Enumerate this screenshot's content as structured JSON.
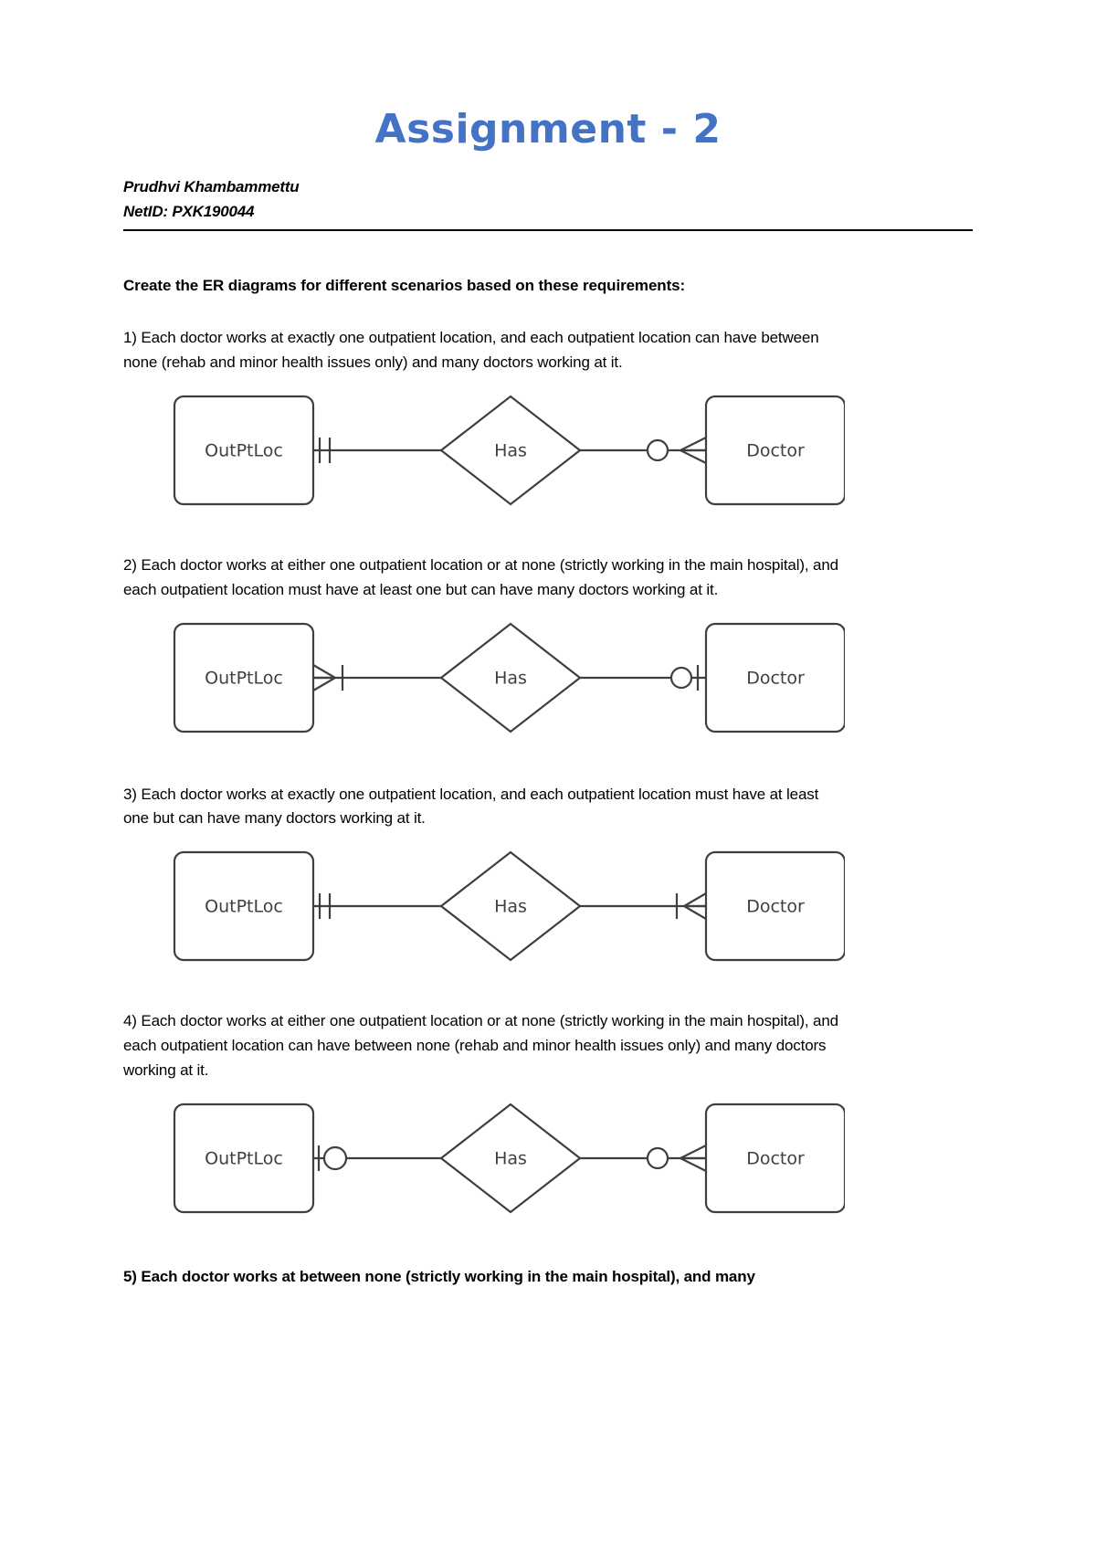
{
  "document": {
    "title": "Assignment - 2",
    "title_color": "#4472C4",
    "author_name": "Prudhvi Khambammettu",
    "author_netid": "NetID: PXK190044",
    "intro": "Create the ER diagrams for different scenarios based on these requirements:"
  },
  "scenarios": [
    {
      "number": "1)",
      "text": "1) Each doctor works at exactly one outpatient location, and each outpatient location can have between none (rehab and minor health issues only) and many doctors working at it.",
      "diagram": {
        "left_entity": "OutPtLoc",
        "relationship": "Has",
        "right_entity": "Doctor",
        "left_notation": "one-and-only-one",
        "right_notation": "zero-or-many"
      }
    },
    {
      "number": "2)",
      "text": "2) Each doctor works at either one outpatient location or at none (strictly working in the main hospital), and each outpatient location must have at least one but can have many doctors working at it.",
      "diagram": {
        "left_entity": "OutPtLoc",
        "relationship": "Has",
        "right_entity": "Doctor",
        "left_notation": "one-or-many",
        "right_notation": "zero-or-one"
      }
    },
    {
      "number": "3)",
      "text": "3) Each doctor works at exactly one outpatient location, and each outpatient location must have at least one but can have many doctors working at it.",
      "diagram": {
        "left_entity": "OutPtLoc",
        "relationship": "Has",
        "right_entity": "Doctor",
        "left_notation": "one-and-only-one",
        "right_notation": "one-or-many"
      }
    },
    {
      "number": "4)",
      "text": "4) Each doctor works at either one outpatient location or at none (strictly working in the main hospital), and each outpatient location can have between none (rehab and minor health issues only) and many doctors working at it.",
      "diagram": {
        "left_entity": "OutPtLoc",
        "relationship": "Has",
        "right_entity": "Doctor",
        "left_notation": "zero-or-one",
        "right_notation": "zero-or-many"
      }
    },
    {
      "number": "5)",
      "text": "5) Each doctor works at between none (strictly working in the main hospital), and many"
    }
  ]
}
